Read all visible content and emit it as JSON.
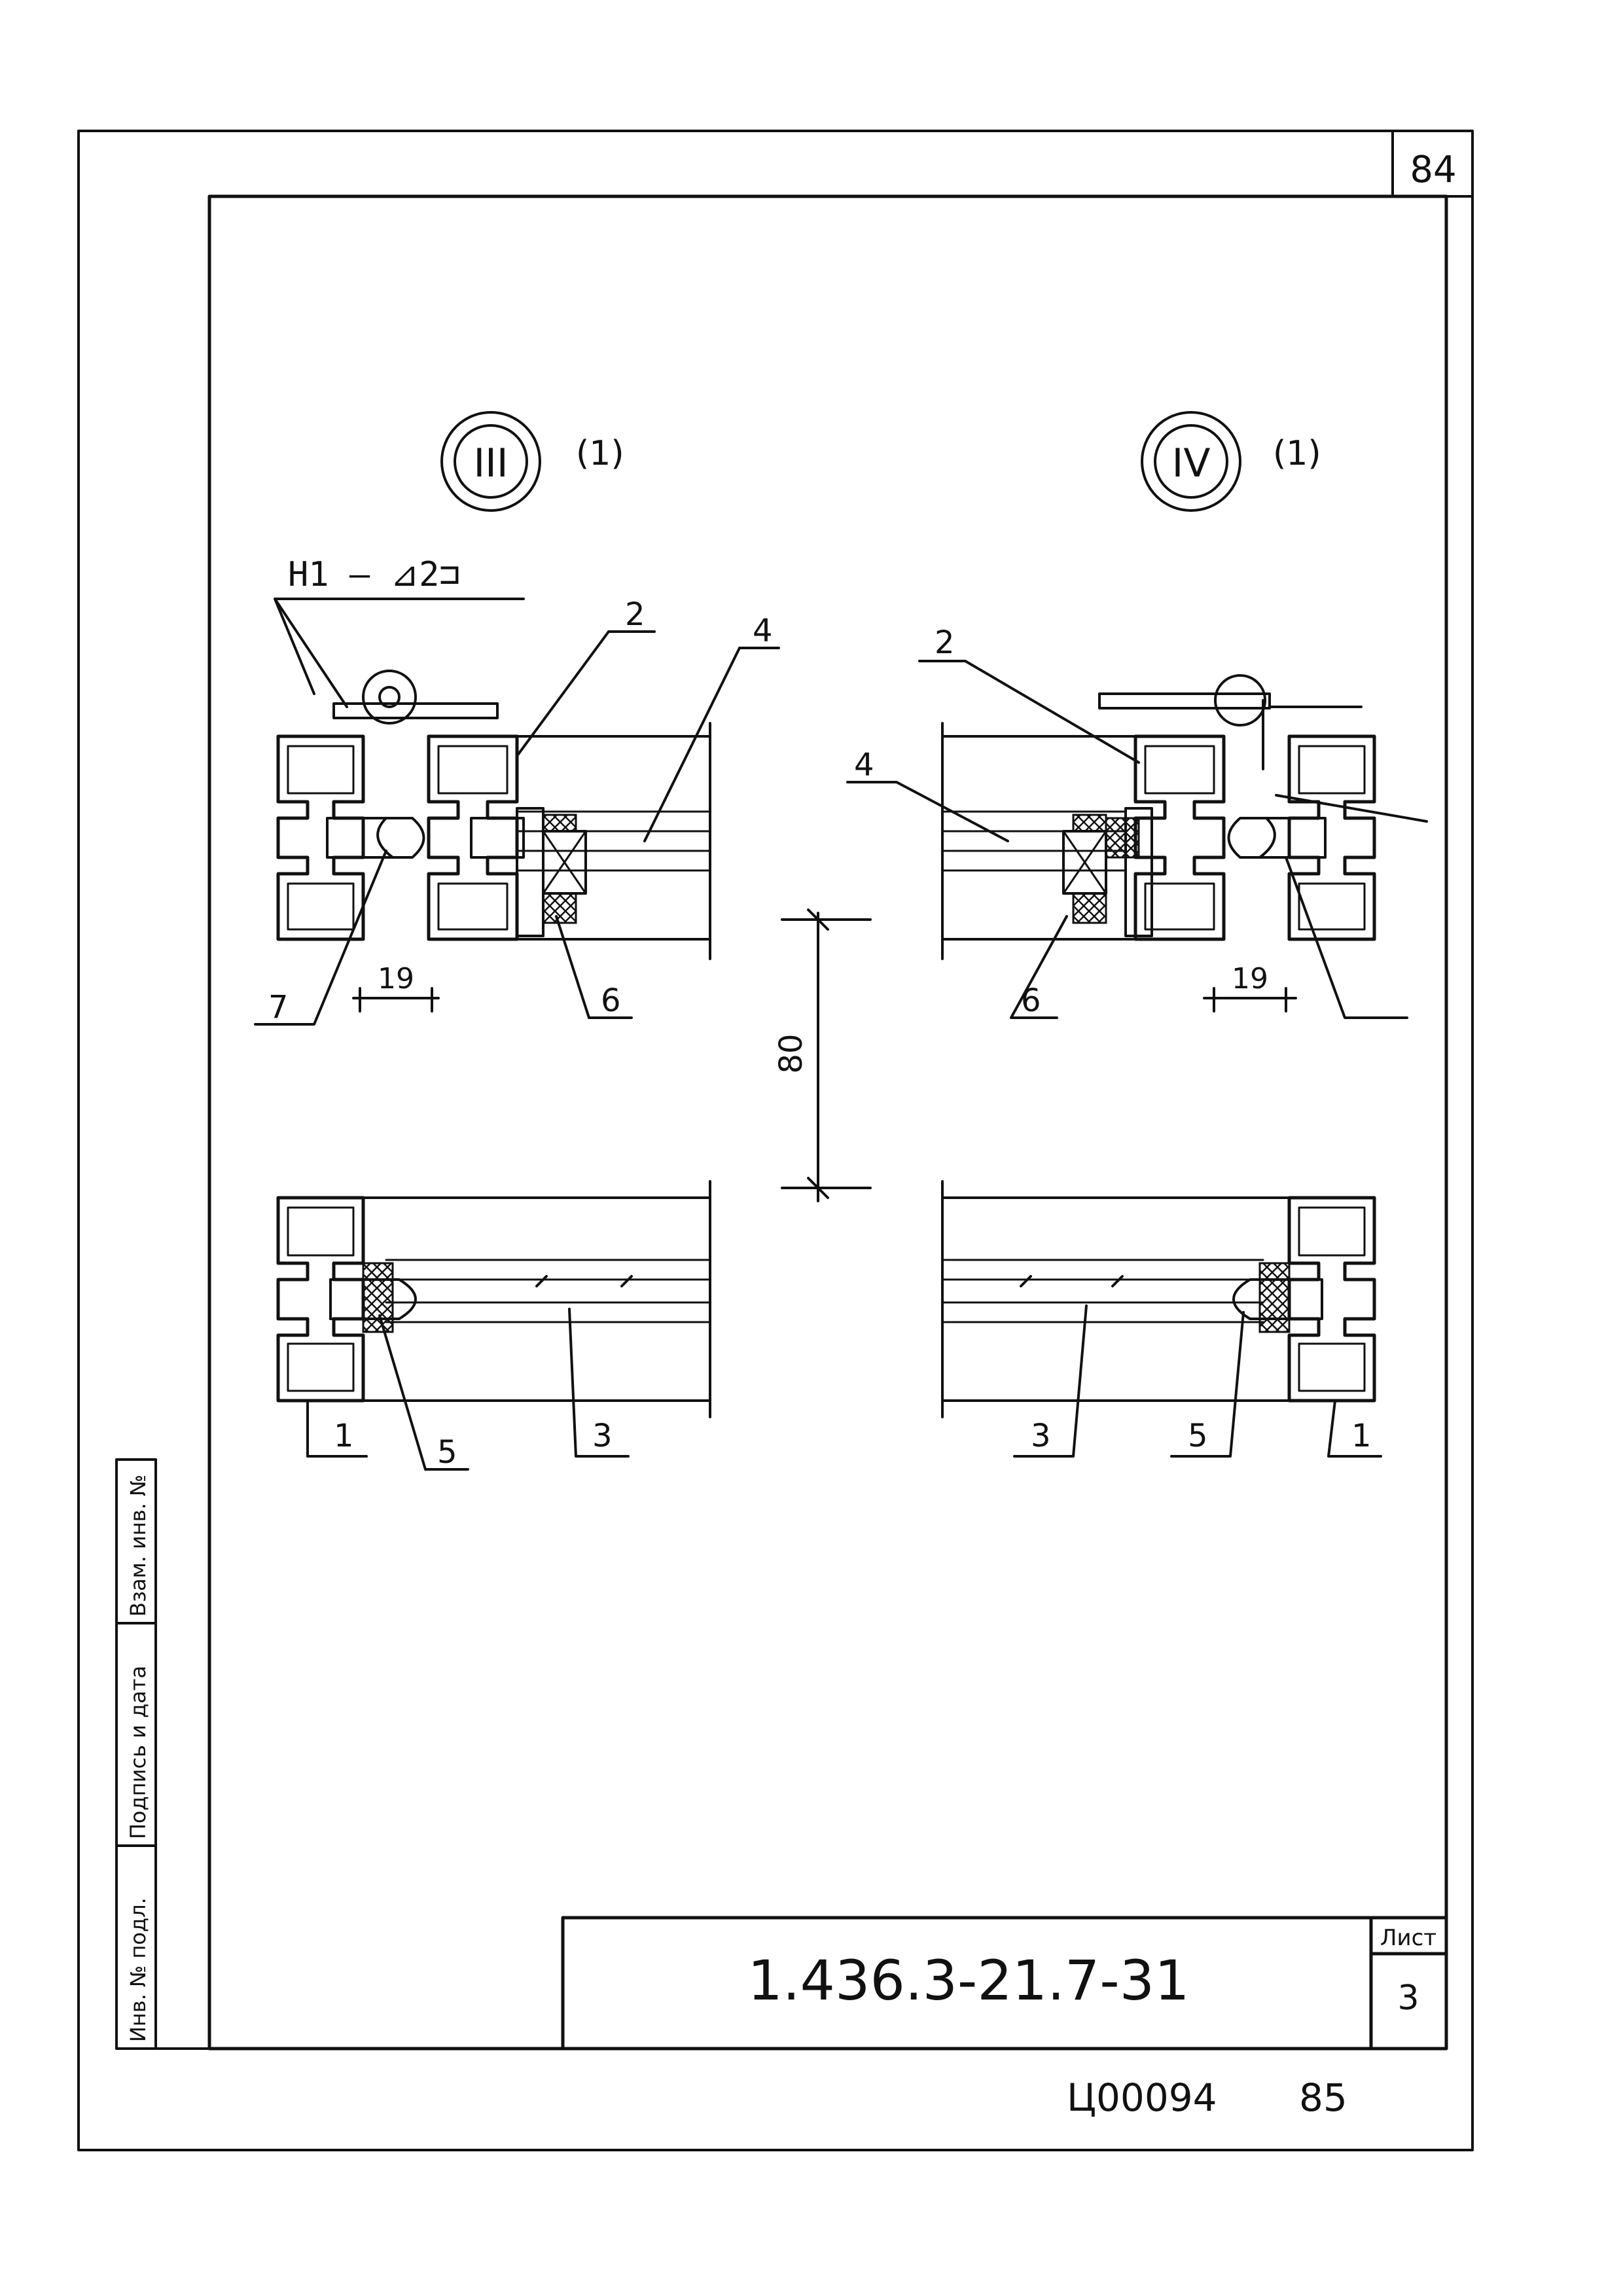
{
  "sheet": {
    "page_number": "84",
    "designation": "1.436.3-21.7-31",
    "sheet_label": "Лист",
    "sheet_number": "3",
    "archive_code": "Ц00094",
    "archive_page": "85"
  },
  "side_stamp": {
    "inv_no": "Инв. № подл.",
    "signature_date": "Подпись и дата",
    "replace_inv": "Взам. инв. №"
  },
  "details": {
    "left": {
      "marker": "III",
      "ref": "(1)",
      "weld": "Н1 – ⊿2⊐",
      "dim_19": "19"
    },
    "right": {
      "marker": "IV",
      "ref": "(1)",
      "dim_19": "19"
    },
    "dim_80": "80"
  },
  "callouts": {
    "left_top": [
      "2",
      "4",
      "7",
      "6"
    ],
    "left_bottom": [
      "1",
      "5",
      "3"
    ],
    "right_top": [
      "2",
      "4",
      "6"
    ],
    "right_bottom": [
      "3",
      "5",
      "1"
    ]
  }
}
